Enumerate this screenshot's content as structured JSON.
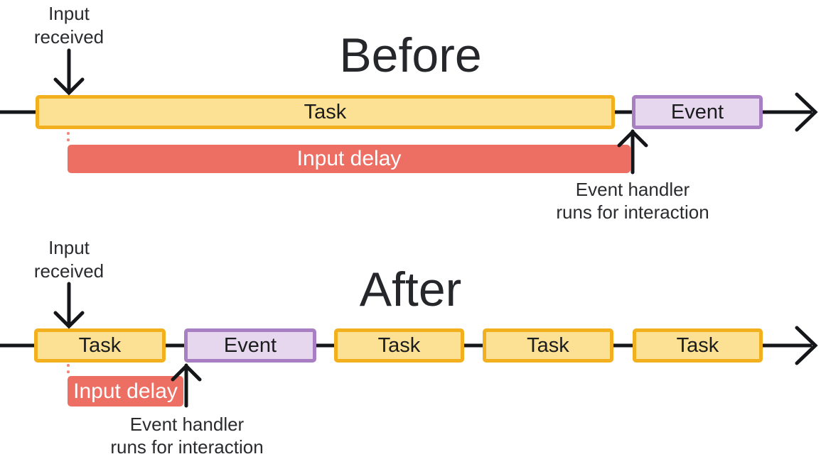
{
  "before": {
    "title": "Before",
    "input_received": {
      "line1": "Input",
      "line2": "received"
    },
    "task_bar": "Task",
    "event_bar": "Event",
    "input_delay_bar": "Input delay",
    "event_handler": {
      "line1": "Event handler",
      "line2": "runs for interaction"
    }
  },
  "after": {
    "title": "After",
    "input_received": {
      "line1": "Input",
      "line2": "received"
    },
    "segments": [
      {
        "type": "task",
        "label": "Task"
      },
      {
        "type": "event",
        "label": "Event"
      },
      {
        "type": "task",
        "label": "Task"
      },
      {
        "type": "task",
        "label": "Task"
      },
      {
        "type": "task",
        "label": "Task"
      }
    ],
    "input_delay_bar": "Input delay",
    "event_handler": {
      "line1": "Event handler",
      "line2": "runs for interaction"
    }
  },
  "icons": {
    "input_arrow": "arrow-down",
    "handler_arrow": "arrow-up",
    "timeline_arrow": "arrow-right",
    "delay_start_marker": "dotted-line"
  },
  "colors": {
    "task_fill": "#FCE093",
    "task_border": "#F2B01E",
    "event_fill": "#E6D7EE",
    "event_border": "#A87FC3",
    "delay_fill": "#ED6E62",
    "delay_dot": "#F0857A",
    "delay_text": "#FFFFFF",
    "line": "#151619",
    "text": "#2A2B2E"
  }
}
